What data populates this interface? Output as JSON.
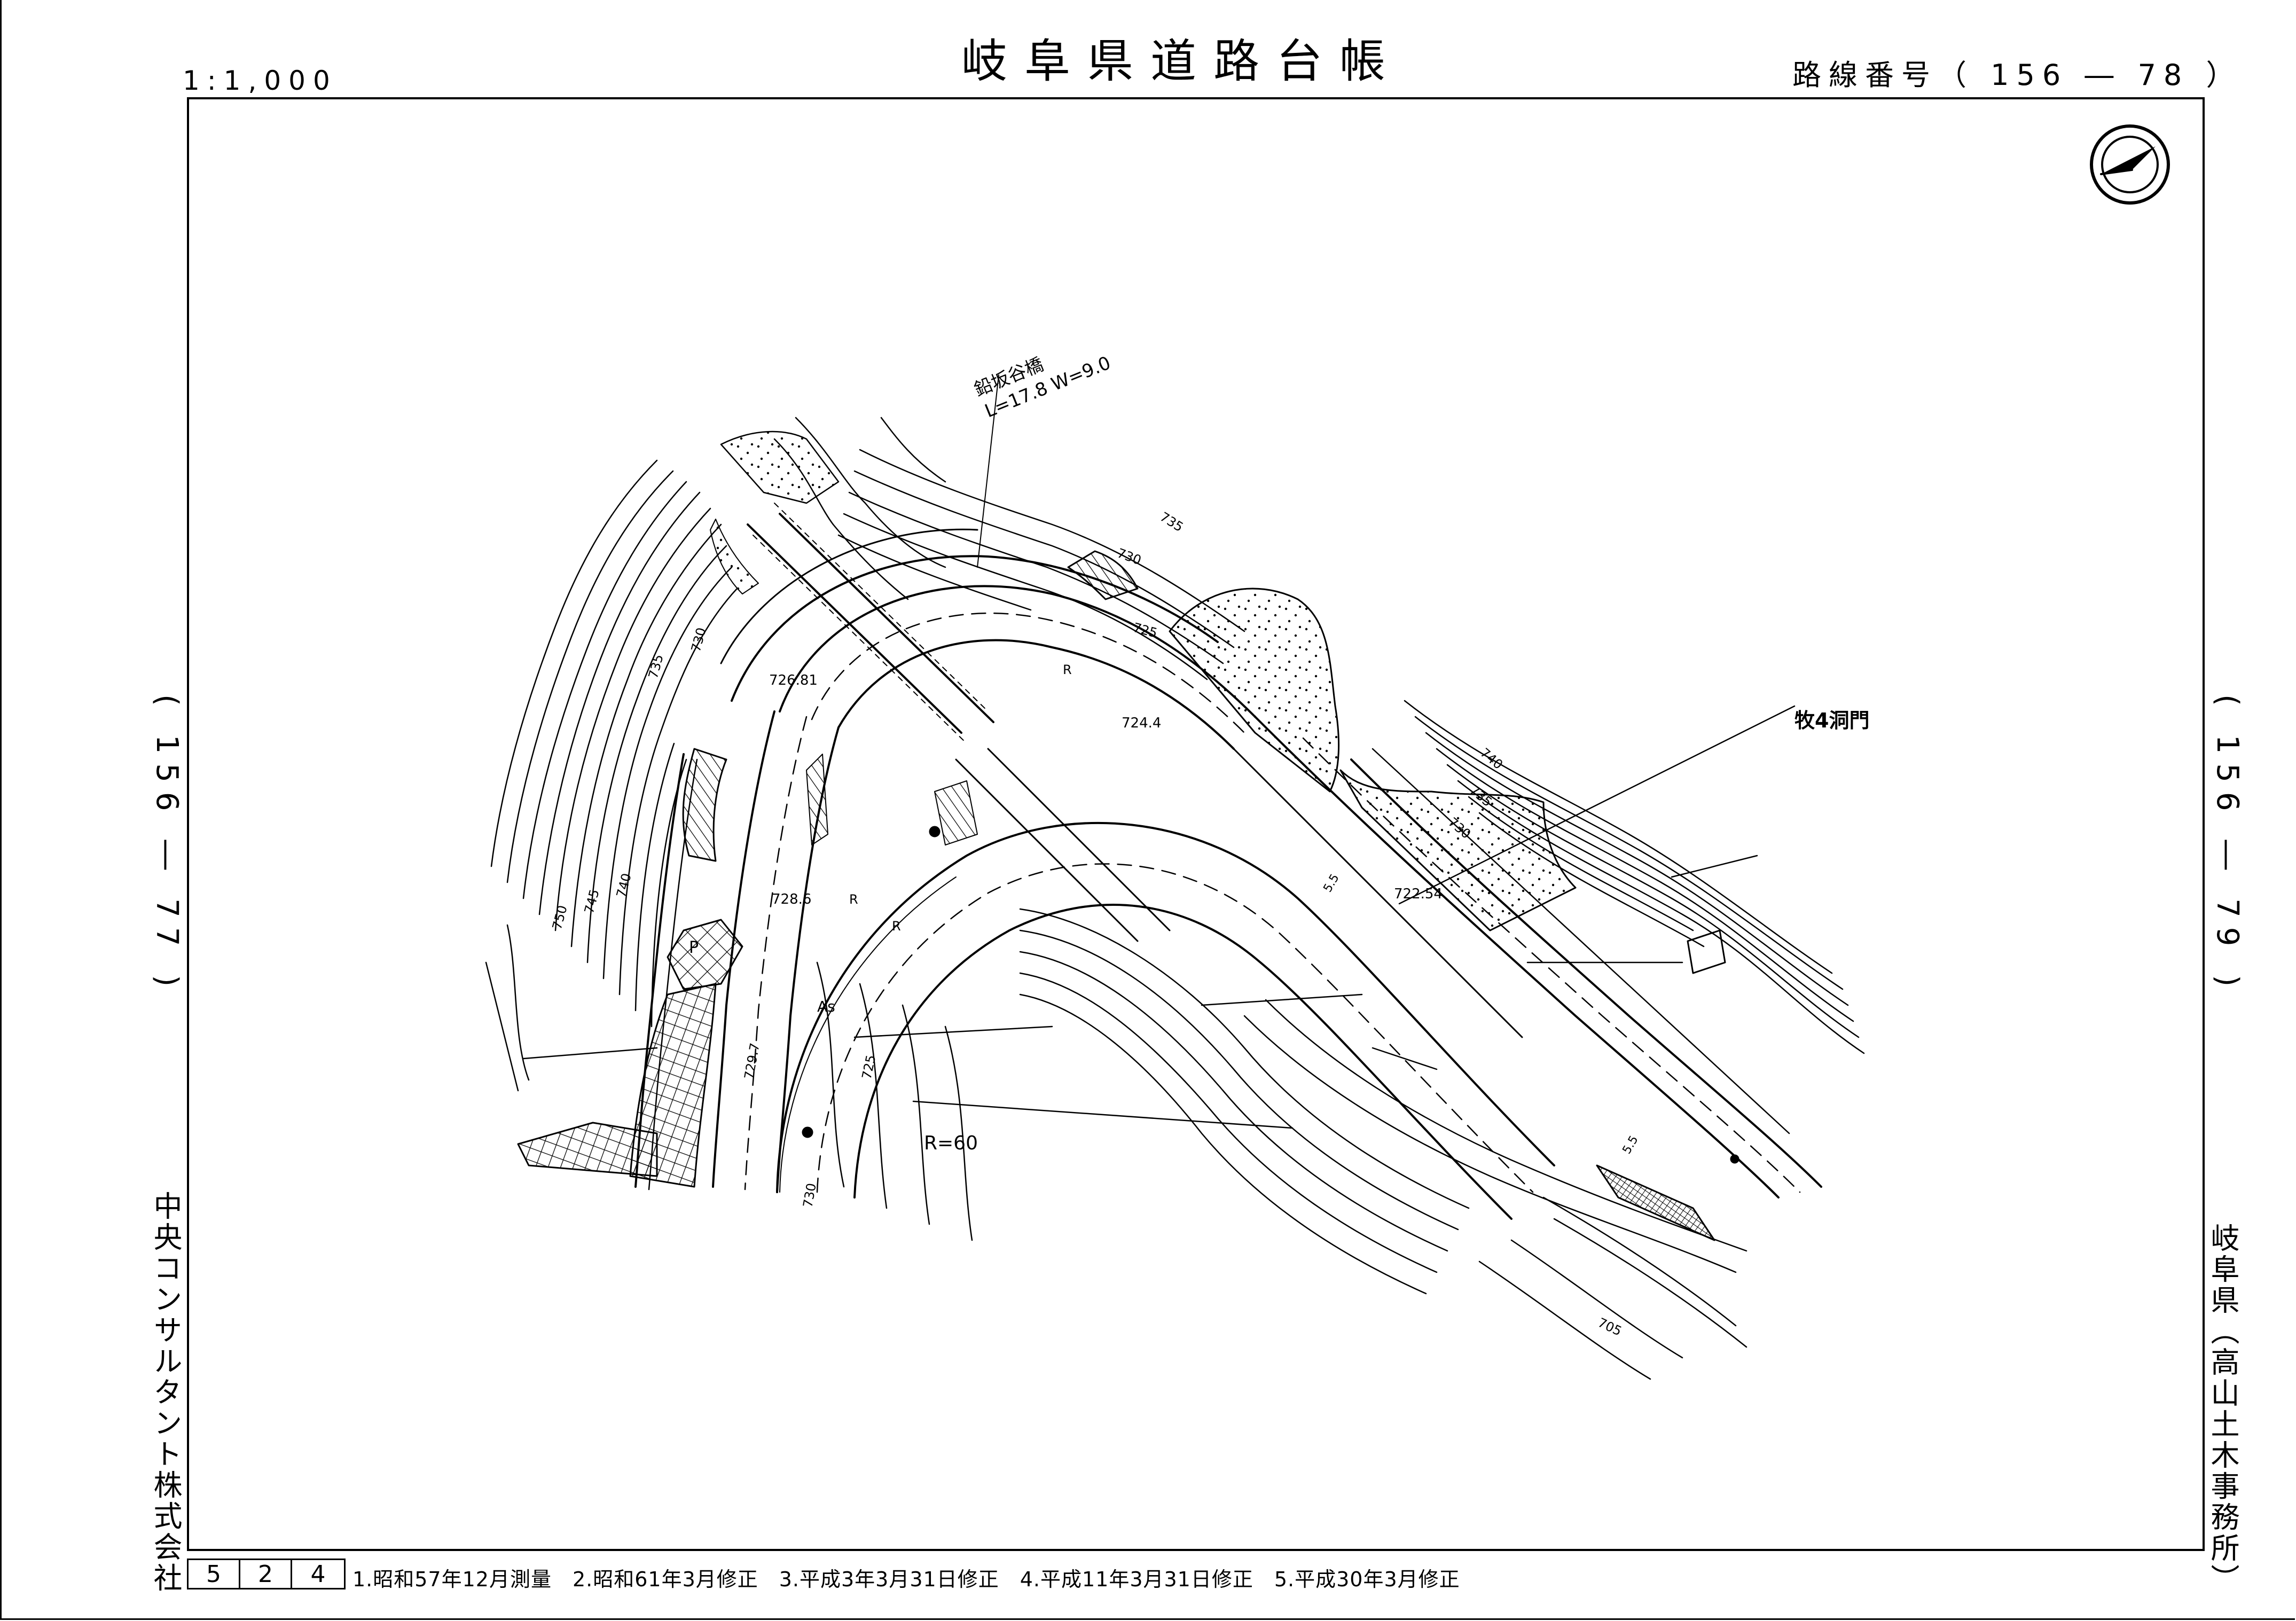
{
  "header": {
    "title": "岐阜県道路台帳",
    "scale": "1:1,000",
    "route_number": "路線番号（ 156 ― 78 ）"
  },
  "adjacent": {
    "left_sheet": "( 156 ― 77 )",
    "right_sheet": "( 156 ― 79 )"
  },
  "credits": {
    "company": "中央コンサルタント株式会社",
    "office": "岐阜県（高山土木事務所）"
  },
  "sheet_codes": [
    "5",
    "2",
    "4"
  ],
  "revision_history": "1.昭和57年12月測量　2.昭和61年3月修正　3.平成3年3月31日修正　4.平成11年3月31日修正　5.平成30年3月修正",
  "map": {
    "bridge_name": "鉛坂谷橋",
    "bridge_dims": "L=17.8  W=9.0",
    "tunnel_label": "牧4洞門",
    "curve_radius": "R=60",
    "parking_mark": "P",
    "pavement_mark": "As",
    "spot_elevations": [
      "726.81",
      "724.4",
      "722.54",
      "728.6",
      "729.7"
    ],
    "contour_labels": [
      "735",
      "730",
      "725",
      "740",
      "735",
      "730",
      "750",
      "745",
      "740",
      "735",
      "730",
      "725",
      "730",
      "705"
    ],
    "dimension_labels": [
      "5.5",
      "5.5"
    ],
    "road_marks": [
      "R",
      "R",
      "R"
    ],
    "north_arrow_icon": "north-arrow-icon"
  },
  "colors": {
    "ink": "#000000",
    "paper": "#ffffff"
  }
}
